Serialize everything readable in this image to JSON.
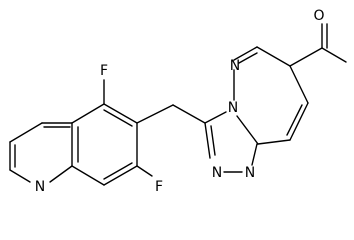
{
  "molecule": {
    "labels": {
      "oxygen": "O",
      "fluorine_top": "F",
      "fluorine_bottom": "F",
      "quinoline_nitrogen": "N",
      "bridge_nitrogen": "N",
      "pyridazine_nitrogen": "N",
      "triazole_n1": "N",
      "triazole_n2": "N"
    }
  }
}
